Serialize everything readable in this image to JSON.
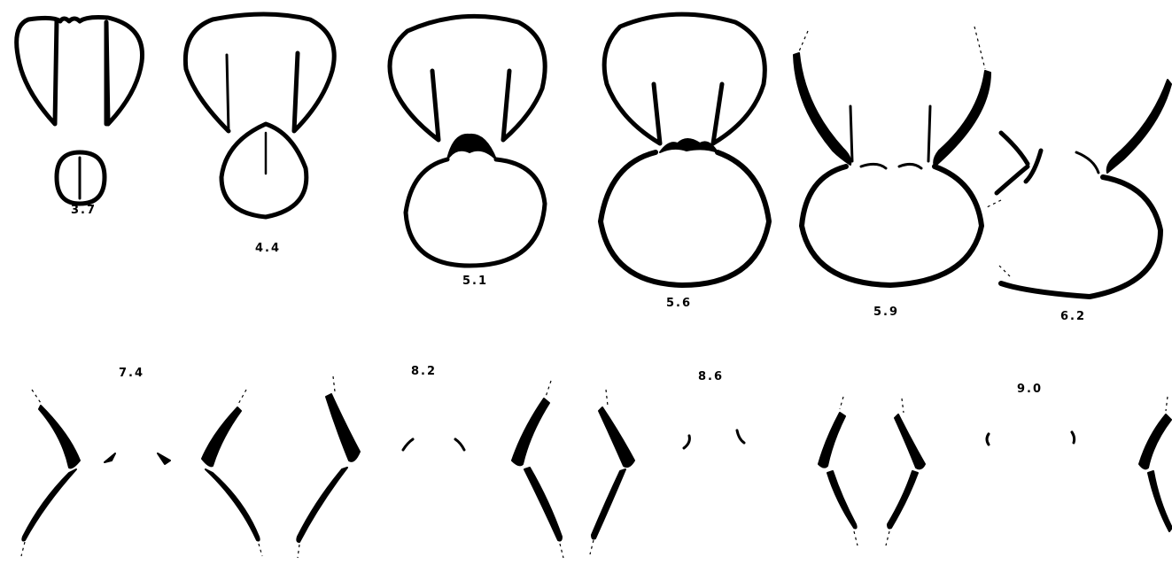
{
  "figure": {
    "stage_labels": [
      "3.7",
      "4.4",
      "5.1",
      "5.6",
      "5.9",
      "6.2",
      "7.4",
      "8.2",
      "8.6",
      "9.0"
    ]
  }
}
